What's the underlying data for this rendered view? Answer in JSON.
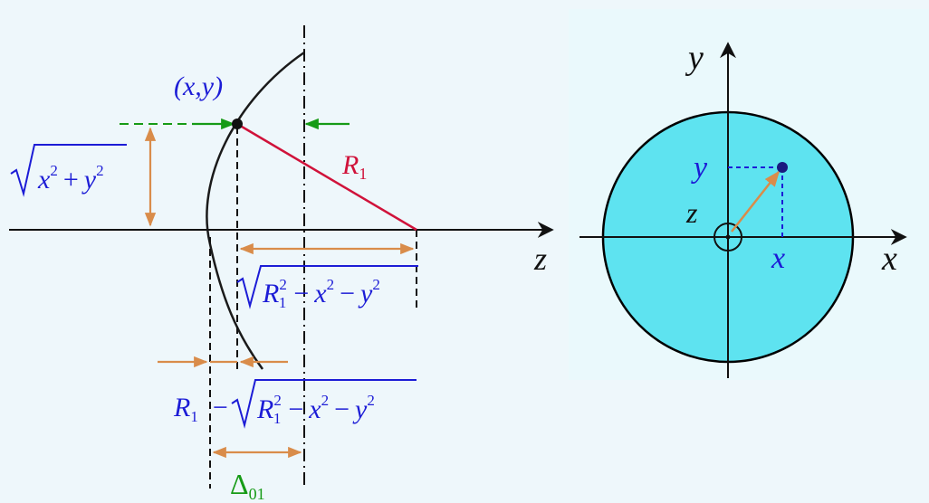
{
  "colors": {
    "background": "#eef7fb",
    "axis": "#111111",
    "lens_curve": "#1a1a1a",
    "radius_line": "#d0123a",
    "measure_arrow": "#d98c4a",
    "green_arrow": "#169b16",
    "blue_text": "#1c1cd6",
    "green_text": "#169b16",
    "circle_fill": "#5ee3f0",
    "circle_stroke": "#000000",
    "point_dot": "#1a1a80",
    "dashed_blue": "#1c1cd6"
  },
  "left_diagram": {
    "point_label": "(x,y)",
    "radius_label": "R",
    "radius_subscript": "1",
    "height_label": {
      "radicand_x": "x",
      "exp": "2",
      "plus": "+",
      "radicand_y": "y"
    },
    "depth_label": {
      "R": "R",
      "sub": "1",
      "minus": "−",
      "x": "x",
      "exp": "2",
      "y": "y"
    },
    "sag_label": {
      "R": "R",
      "sub": "1",
      "minus": "−"
    },
    "delta_label": "Δ",
    "delta_subscript": "01",
    "z_axis_label": "z"
  },
  "right_diagram": {
    "x_axis_label": "x",
    "y_axis_label": "y",
    "z_label": "z",
    "x_coord_label": "x",
    "y_coord_label": "y"
  }
}
